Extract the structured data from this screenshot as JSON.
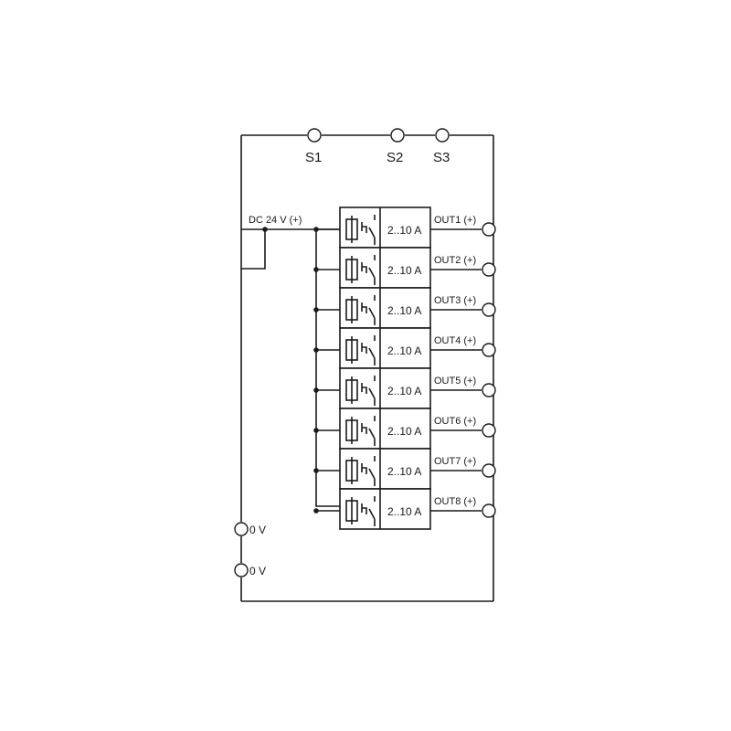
{
  "sensors": [
    "S1",
    "S2",
    "S3"
  ],
  "supply_label": "DC 24 V (+)",
  "ground_labels": [
    "0 V",
    "0 V"
  ],
  "channels": [
    {
      "output": "OUT1 (+)",
      "rating": "2..10 A"
    },
    {
      "output": "OUT2 (+)",
      "rating": "2..10 A"
    },
    {
      "output": "OUT3 (+)",
      "rating": "2..10 A"
    },
    {
      "output": "OUT4 (+)",
      "rating": "2..10 A"
    },
    {
      "output": "OUT5 (+)",
      "rating": "2..10 A"
    },
    {
      "output": "OUT6 (+)",
      "rating": "2..10 A"
    },
    {
      "output": "OUT7 (+)",
      "rating": "2..10 A"
    },
    {
      "output": "OUT8 (+)",
      "rating": "2..10 A"
    }
  ]
}
